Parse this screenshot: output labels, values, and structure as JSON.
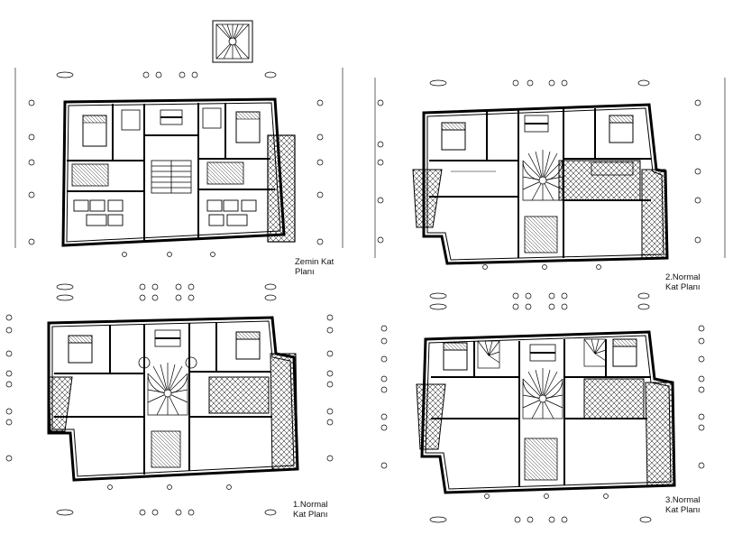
{
  "sheet": {
    "background": "#ffffff",
    "line_color": "#000000"
  },
  "plans": [
    {
      "id": "ground",
      "title_line1": "Zemin Kat",
      "title_line2": "Planı"
    },
    {
      "id": "floor1",
      "title_line1": "1.Normal",
      "title_line2": "Kat Planı"
    },
    {
      "id": "floor2",
      "title_line1": "2.Normal",
      "title_line2": "Kat Planı"
    },
    {
      "id": "floor3",
      "title_line1": "3.Normal",
      "title_line2": "Kat Planı"
    }
  ],
  "icons": [
    "north-arrow-icon",
    "bed-icon",
    "sofa-icon",
    "stair-icon",
    "dimension-bubble-icon"
  ]
}
